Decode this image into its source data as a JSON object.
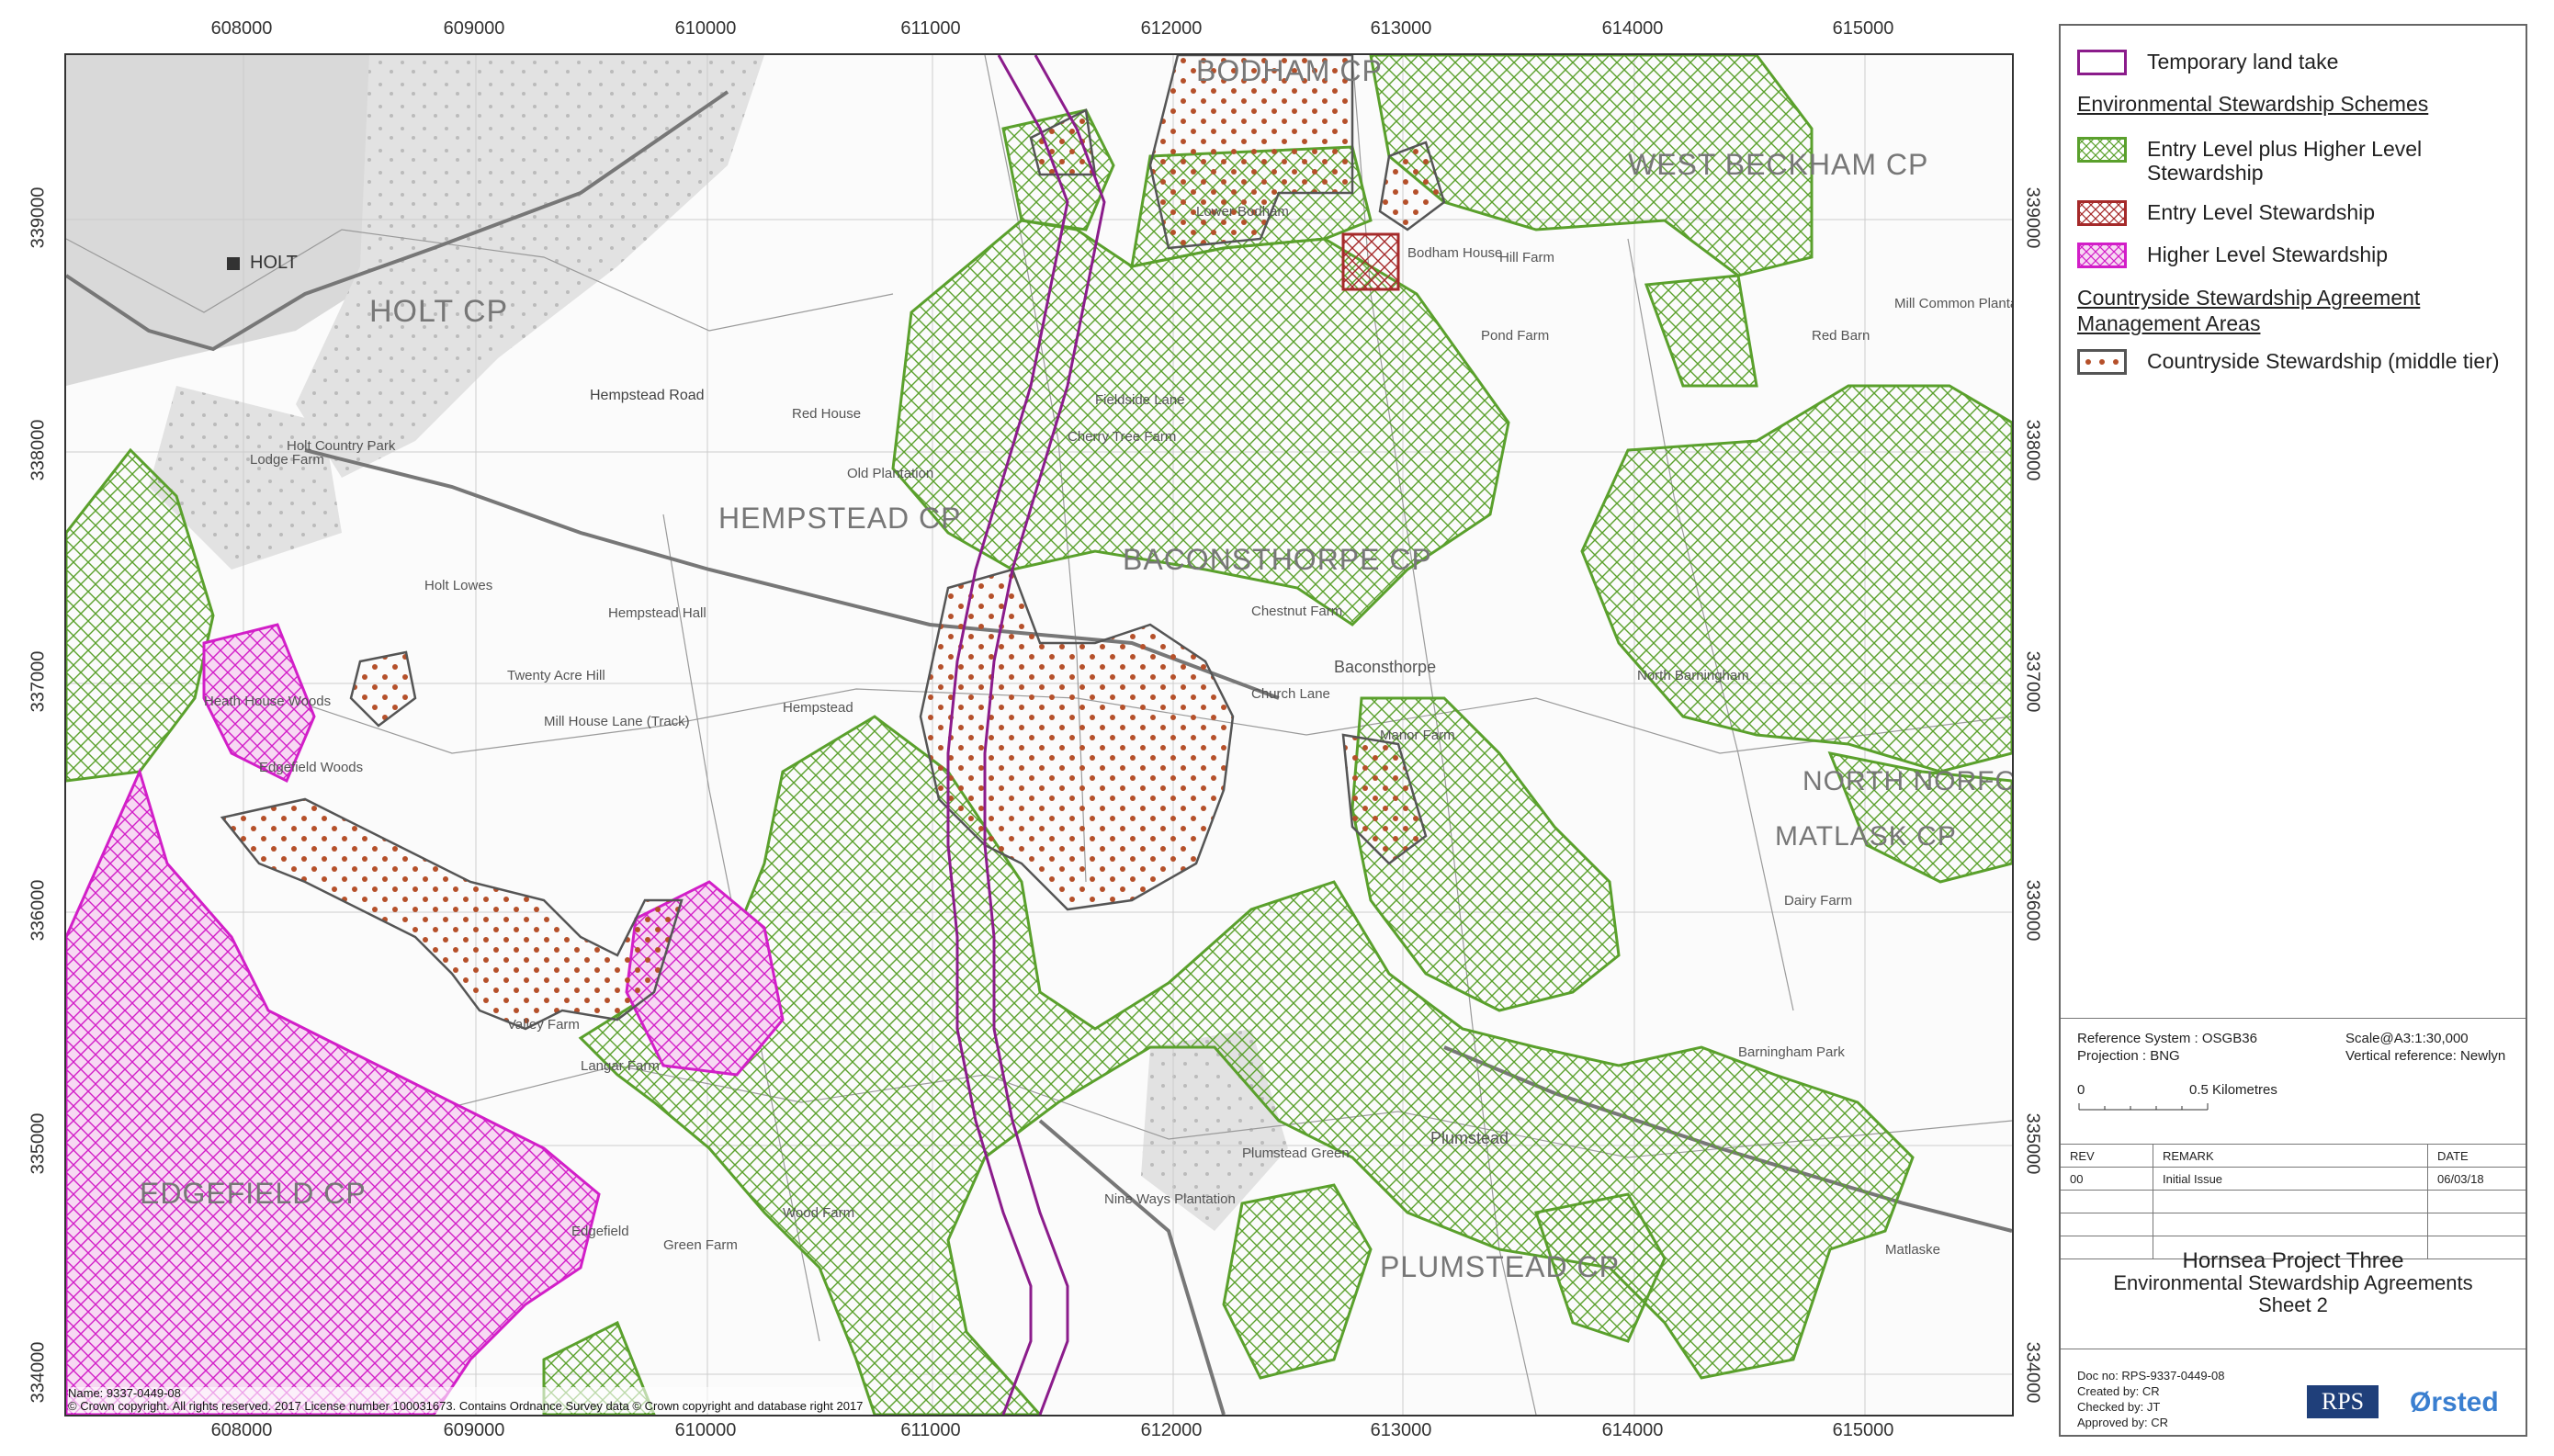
{
  "grid": {
    "eastings": [
      "608000",
      "609000",
      "610000",
      "611000",
      "612000",
      "613000",
      "614000",
      "615000"
    ],
    "northings": [
      "339000",
      "338000",
      "337000",
      "336000",
      "335000",
      "334000"
    ]
  },
  "map": {
    "parishes": [
      "HOLT CP",
      "HEMPSTEAD CP",
      "BACONSTHORPE CP",
      "BODHAM CP",
      "WEST BECKHAM CP",
      "NORTH NORFOLK DISTRICT",
      "MATLASK CP",
      "PLUMSTEAD CP",
      "EDGEFIELD CP"
    ],
    "places": [
      "HOLT",
      "Holt Country Park",
      "Holt Lowes",
      "Edgefield Woods",
      "Heath House Woods",
      "Edgefield",
      "Green Farm",
      "Hempstead",
      "Red House",
      "Old Plantation",
      "Baconsthorpe",
      "Church Lane",
      "Chestnut Farm",
      "Plumstead",
      "Plumstead Green",
      "North Barningham",
      "Matlaske",
      "Barningham Park",
      "Manor Farm",
      "Lower Bodham",
      "Bodham House",
      "Hill Farm",
      "Pond Farm",
      "Mill Common Plantation",
      "Hempstead Road",
      "Fieldside Lane",
      "Mill House Lane (Track)",
      "Nine Ways Plantation",
      "Wood Farm",
      "Langar Farm",
      "Valley Farm",
      "Twenty Acre Hill",
      "Hempstead Hall",
      "Dairy Farm",
      "Red Barn",
      "Cherry Tree Farm",
      "Lodge Farm"
    ],
    "credit_name": "Name: 9337-0449-08",
    "credit_copyright": "© Crown copyright. All rights reserved. 2017 License number 100031673.  Contains Ordnance Survey data © Crown copyright and database right 2017",
    "colors": {
      "entry_plus_higher": "#5aa02c",
      "entry_level": "#a52a2a",
      "higher_level": "#d21ec8",
      "countryside": "#b5502a",
      "temporary": "#8b1c8b"
    }
  },
  "legend": {
    "temporary": "Temporary land take",
    "env_heading": "Environmental Stewardship Schemes",
    "entry_plus_higher_line1": "Entry Level plus Higher Level",
    "entry_plus_higher_line2": "Stewardship",
    "entry_level": "Entry Level Stewardship",
    "higher_level": "Higher Level Stewardship",
    "cs_heading_line1": "Countryside Stewardship Agreement",
    "cs_heading_line2": "Management Areas",
    "cs_middle": "Countryside Stewardship (middle tier)"
  },
  "info": {
    "ref_system": "Reference System : OSGB36",
    "projection": "Projection : BNG",
    "scale": "Scale@A3:1:30,000",
    "vertical": "Vertical reference: Newlyn",
    "scale_zero": "0",
    "scale_half": "0.5 Kilometres"
  },
  "revisions": {
    "headers": {
      "rev": "REV",
      "remark": "REMARK",
      "date": "DATE"
    },
    "rows": [
      {
        "rev": "00",
        "remark": "Initial Issue",
        "date": "06/03/18"
      }
    ]
  },
  "title": {
    "line1": "Hornsea Project Three",
    "line2": "Environmental Stewardship Agreements",
    "line3": "Sheet 2"
  },
  "doc": {
    "doc_no": "Doc no: RPS-9337-0449-08",
    "created": "Created by: CR",
    "checked": "Checked by: JT",
    "approved": "Approved by: CR"
  },
  "logos": {
    "rps": "RPS",
    "orsted": "Ørsted"
  }
}
